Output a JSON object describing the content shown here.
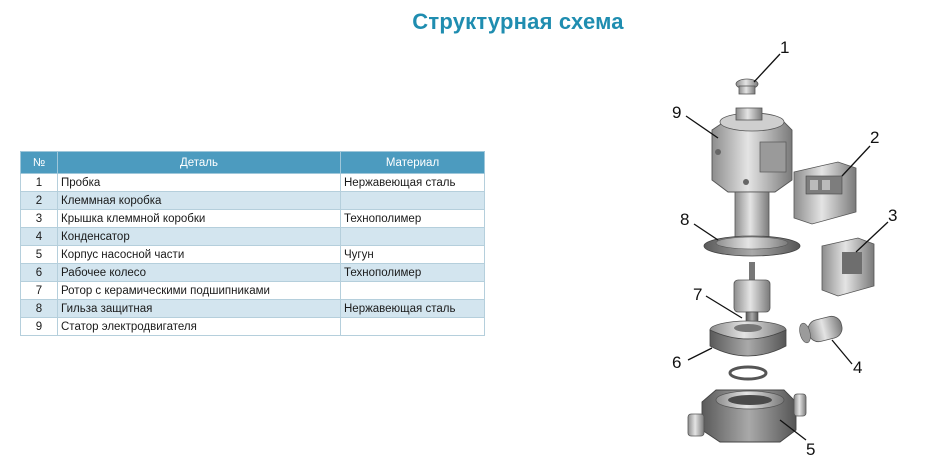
{
  "title": "Структурная схема",
  "table": {
    "headers": [
      "№",
      "Деталь",
      "Материал"
    ],
    "rows": [
      {
        "num": "1",
        "part": "Пробка",
        "material": "Нержавеющая сталь"
      },
      {
        "num": "2",
        "part": "Клеммная коробка",
        "material": ""
      },
      {
        "num": "3",
        "part": "Крышка клеммной коробки",
        "material": "Технополимер"
      },
      {
        "num": "4",
        "part": "Конденсатор",
        "material": ""
      },
      {
        "num": "5",
        "part": "Корпус насосной части",
        "material": "Чугун"
      },
      {
        "num": "6",
        "part": "Рабочее колесо",
        "material": "Технополимер"
      },
      {
        "num": "7",
        "part": "Ротор с керамическими подшипниками",
        "material": ""
      },
      {
        "num": "8",
        "part": "Гильза защитная",
        "material": "Нержавеющая сталь"
      },
      {
        "num": "9",
        "part": "Статор электродвигателя",
        "material": ""
      }
    ]
  },
  "diagram": {
    "callouts": [
      "1",
      "2",
      "3",
      "4",
      "5",
      "6",
      "7",
      "8",
      "9"
    ]
  },
  "colors": {
    "title": "#1f8db0",
    "header_bg": "#4c9bbf",
    "row_alt_bg": "#d3e5ef"
  }
}
